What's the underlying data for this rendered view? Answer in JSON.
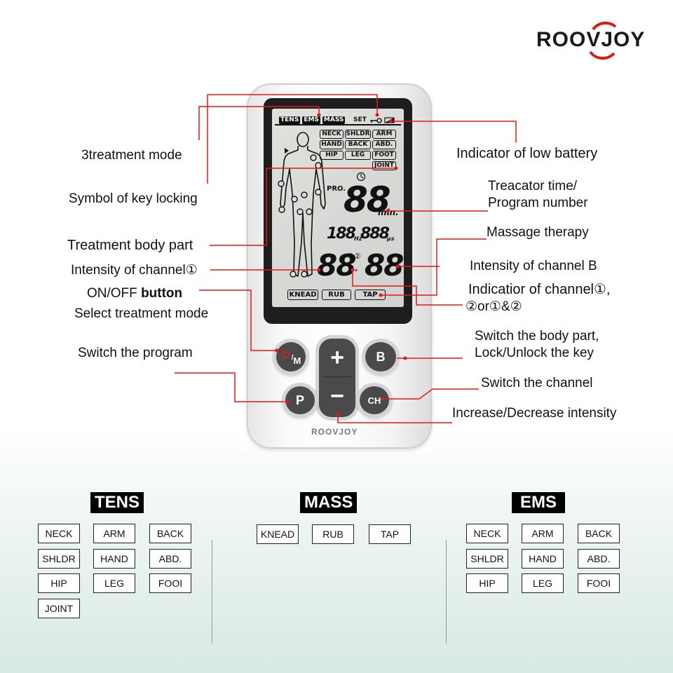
{
  "brand": {
    "name": "ROOVJOY",
    "device_label": "ROOVJOY"
  },
  "colors": {
    "callout_line": "#e01818",
    "logo_arc": "#e01818",
    "lcd_bg": "#d6d8d4",
    "button": "#4a4a4a"
  },
  "callouts": {
    "treatment_mode": "3treatment mode",
    "key_lock": "Symbol of key locking",
    "body_part": "Treatment body part",
    "intensity_ch1": "Intensity of channel①",
    "onoff_prefix": "ON/OFF ",
    "onoff_bold": "button",
    "select_mode": "Select treatment mode",
    "switch_program": "Switch the program",
    "low_battery": "Indicator of low battery",
    "time_line1": "Treacator time/",
    "time_line2": "Program number",
    "massage": "Massage therapy",
    "intensity_b": "Intensity of channel B",
    "indicator_line1": "Indicatior of channel①,",
    "indicator_line2": "②or①&②",
    "body_switch_line1": "Switch the body part,",
    "body_switch_line2": "Lock/Unlock the key",
    "switch_channel": "Switch the channel",
    "incdec": "Increase/Decrease intensity"
  },
  "lcd": {
    "modes": [
      "TENS",
      "EMS",
      "MASS"
    ],
    "set_label": "SET",
    "body_parts": [
      "NECK",
      "SHLDR",
      "ARM",
      "HAND",
      "BACK",
      "ABD.",
      "HIP",
      "LEG",
      "FOOT",
      "JOINT"
    ],
    "pro_label": "PRO.",
    "time_digits": "88",
    "min_label": "min.",
    "freq_digits": "188",
    "hz_label": "Hz",
    "pulse_digits": "888",
    "us_label": "μs",
    "ch1_digits": "88",
    "ch2_digits": "88",
    "channel_marks": "①②",
    "arrows": "↔",
    "massage_modes": [
      "KNEAD",
      "RUB",
      "TAP"
    ]
  },
  "buttons": {
    "power_m": "M",
    "plus": "+",
    "b": "B",
    "p": "P",
    "minus": "−",
    "ch": "CH"
  },
  "sections": {
    "tens": {
      "title": "TENS",
      "tags": [
        "NECK",
        "ARM",
        "BACK",
        "SHLDR",
        "HAND",
        "ABD.",
        "HIP",
        "LEG",
        "FOOI",
        "JOINT"
      ]
    },
    "mass": {
      "title": "MASS",
      "tags": [
        "KNEAD",
        "RUB",
        "TAP"
      ]
    },
    "ems": {
      "title": "EMS",
      "tags": [
        "NECK",
        "ARM",
        "BACK",
        "SHLDR",
        "HAND",
        "ABD.",
        "HIP",
        "LEG",
        "FOOI"
      ]
    }
  }
}
